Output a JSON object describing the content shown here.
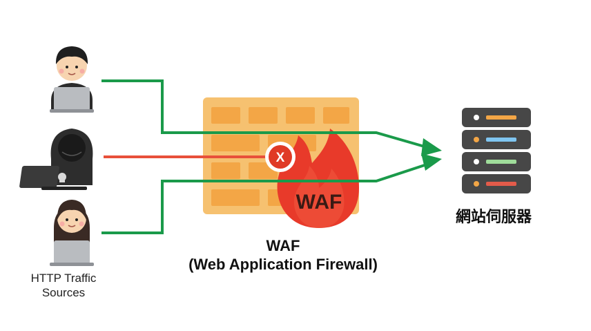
{
  "waf_label": "WAF",
  "waf_block_symbol": "X",
  "waf_caption_line1": "WAF",
  "waf_caption_line2": "(Web Application Firewall)",
  "sources_caption_line1": "HTTP Traffic",
  "sources_caption_line2": "Sources",
  "server_caption": "網站伺服器",
  "icons": [
    "user-laptop-icon",
    "hacker-laptop-icon",
    "user-laptop-icon",
    "firewall-brick-wall-icon",
    "fire-icon",
    "block-x-icon",
    "server-rack-icon",
    "arrow-head-icon"
  ],
  "colors": {
    "allowed_traffic": "#1a9a4a",
    "blocked_traffic": "#e8503a",
    "wall": "#f6c170",
    "wall_brick": "#f3a646",
    "fire": "#e83a2a",
    "server_body": "#474747"
  }
}
